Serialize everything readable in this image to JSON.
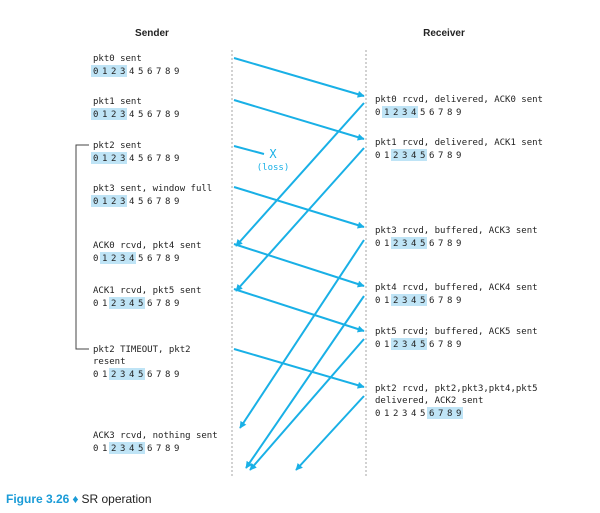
{
  "header": {
    "sender": "Sender",
    "receiver": "Receiver"
  },
  "loss": {
    "mark": "X",
    "label": "(loss)"
  },
  "caption": {
    "figure": "Figure 3.26",
    "separator": "♦",
    "text": "SR operation"
  },
  "colors": {
    "arrow": "#19b0e6",
    "highlight": "#bfe4f6",
    "timeline": "#b5b5b5",
    "text": "#222222"
  },
  "sender_events": [
    {
      "lines": [
        "pkt0 sent"
      ],
      "window": [
        0,
        1,
        2,
        3
      ]
    },
    {
      "lines": [
        "pkt1 sent"
      ],
      "window": [
        0,
        1,
        2,
        3
      ]
    },
    {
      "lines": [
        "pkt2 sent"
      ],
      "window": [
        0,
        1,
        2,
        3
      ]
    },
    {
      "lines": [
        "pkt3 sent, window full"
      ],
      "window": [
        0,
        1,
        2,
        3
      ]
    },
    {
      "lines": [
        "ACK0 rcvd, pkt4 sent"
      ],
      "window": [
        1,
        2,
        3,
        4
      ]
    },
    {
      "lines": [
        "ACK1 rcvd, pkt5 sent"
      ],
      "window": [
        2,
        3,
        4,
        5
      ]
    },
    {
      "lines": [
        "pkt2 TIMEOUT, pkt2",
        "resent"
      ],
      "window": [
        2,
        3,
        4,
        5
      ]
    },
    {
      "lines": [
        "ACK3 rcvd, nothing sent"
      ],
      "window": [
        2,
        3,
        4,
        5
      ]
    }
  ],
  "receiver_events": [
    {
      "lines": [
        "pkt0 rcvd, delivered, ACK0 sent"
      ],
      "window": [
        1,
        2,
        3,
        4
      ]
    },
    {
      "lines": [
        "pkt1 rcvd, delivered, ACK1 sent"
      ],
      "window": [
        2,
        3,
        4,
        5
      ]
    },
    {
      "lines": [
        "pkt3 rcvd, buffered, ACK3 sent"
      ],
      "window": [
        2,
        3,
        4,
        5
      ]
    },
    {
      "lines": [
        "pkt4 rcvd, buffered, ACK4 sent"
      ],
      "window": [
        2,
        3,
        4,
        5
      ]
    },
    {
      "lines": [
        "pkt5 rcvd; buffered, ACK5 sent"
      ],
      "window": [
        2,
        3,
        4,
        5
      ]
    },
    {
      "lines": [
        "pkt2 rcvd, pkt2,pkt3,pkt4,pkt5",
        "delivered, ACK2 sent"
      ],
      "window": [
        6,
        7,
        8,
        9
      ]
    }
  ],
  "sequence_numbers": [
    0,
    1,
    2,
    3,
    4,
    5,
    6,
    7,
    8,
    9
  ]
}
